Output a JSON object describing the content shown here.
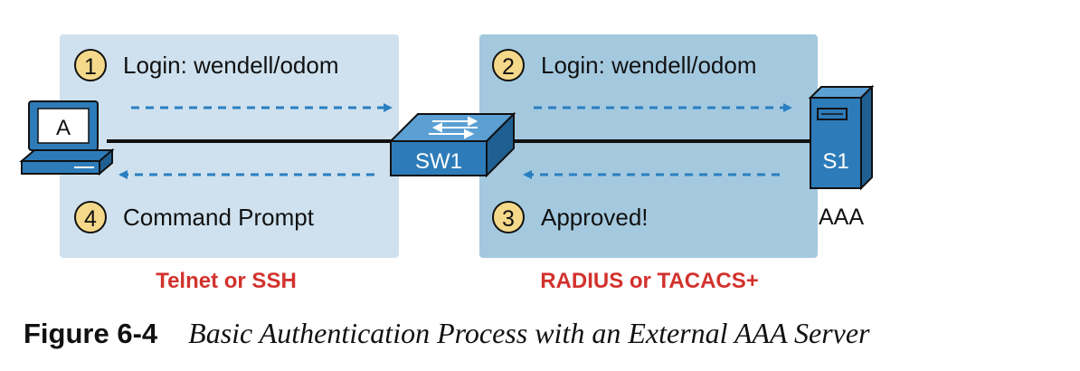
{
  "colors": {
    "left_zone": "#cfe1ee",
    "right_zone": "#a4c9df",
    "arrow_blue": "#2a7fc1",
    "device_blue": "#2d7cb9",
    "step_circle": "#f4d98a",
    "protocol_red": "#d2322d",
    "line_black": "#111111"
  },
  "steps": [
    {
      "number": "1",
      "text": "Login: wendell/odom"
    },
    {
      "number": "2",
      "text": "Login: wendell/odom"
    },
    {
      "number": "3",
      "text": "Approved!"
    },
    {
      "number": "4",
      "text": "Command Prompt"
    }
  ],
  "devices": {
    "pc": {
      "label": "A",
      "icon": "pc-icon"
    },
    "switch": {
      "label": "SW1",
      "icon": "switch-icon"
    },
    "server": {
      "label": "S1",
      "role": "AAA",
      "icon": "server-icon"
    }
  },
  "protocols": {
    "left": "Telnet or SSH",
    "right": "RADIUS or TACACS+"
  },
  "caption": {
    "label": "Figure 6-4",
    "title": "Basic Authentication Process with an External AAA Server"
  }
}
